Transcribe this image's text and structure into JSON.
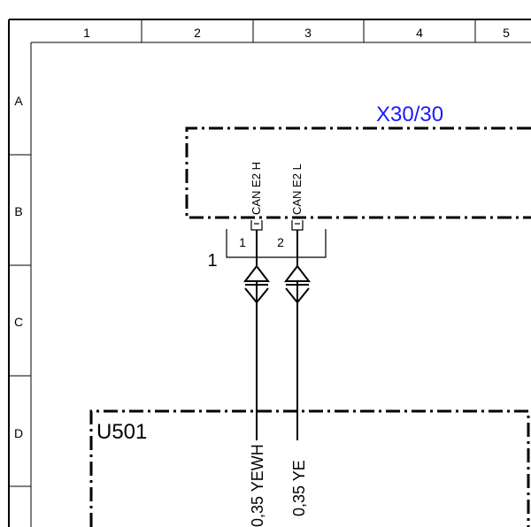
{
  "frame": {
    "columns": [
      "1",
      "2",
      "3",
      "4",
      "5"
    ],
    "rows": [
      "A",
      "B",
      "C",
      "D"
    ]
  },
  "connector": {
    "name": "X30/30",
    "color": "#1a1aff",
    "pins": [
      {
        "number": "1",
        "signal": "CAN E2 H"
      },
      {
        "number": "2",
        "signal": "CAN E2 L"
      }
    ]
  },
  "bracket_label": "1",
  "module": {
    "name": "U501"
  },
  "wires": [
    {
      "label": "0,35 YEWH"
    },
    {
      "label": "0,35 YE"
    }
  ]
}
